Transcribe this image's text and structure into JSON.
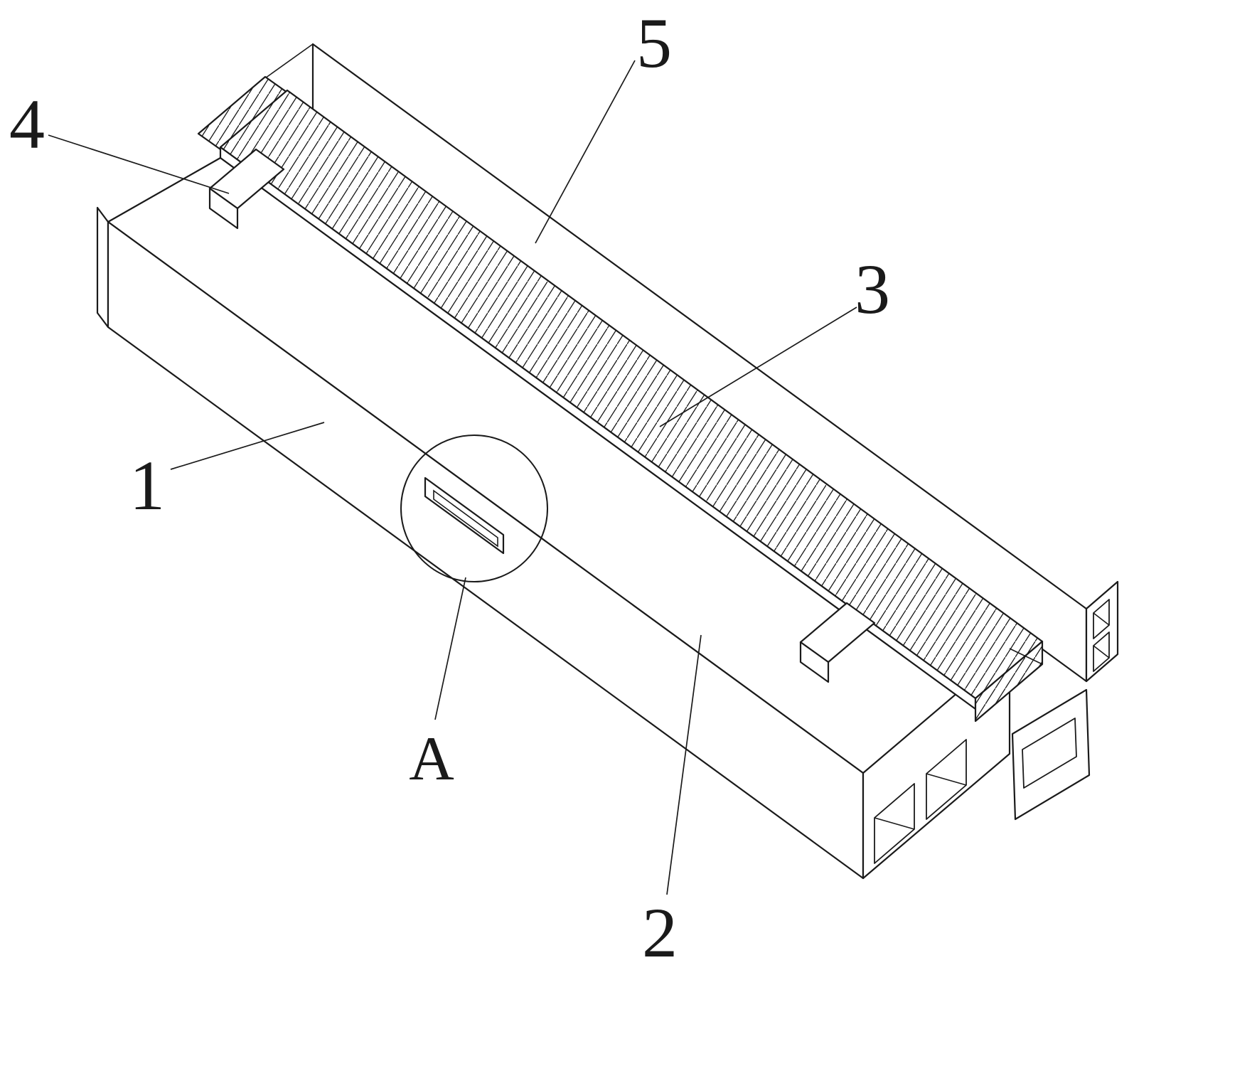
{
  "figure": {
    "labels": {
      "n1": "1",
      "n2": "2",
      "n3": "3",
      "n4": "4",
      "n5": "5",
      "detail": "A"
    },
    "colors": {
      "stroke": "#1a1a1a",
      "background": "#ffffff"
    }
  }
}
